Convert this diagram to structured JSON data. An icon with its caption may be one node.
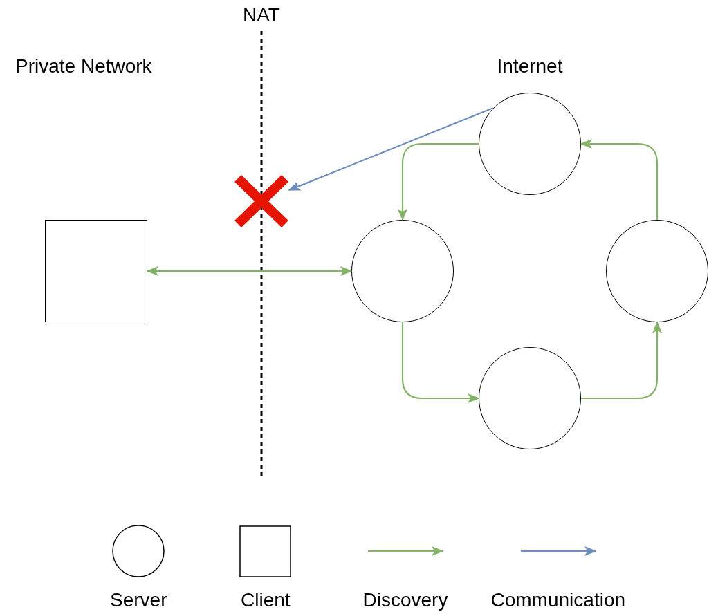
{
  "diagram": {
    "nodes": [
      {
        "text": [],
        "shape": "box"
      },
      {
        "text": [],
        "shape": "circle"
      },
      {
        "text": [],
        "shape": "circle"
      },
      {
        "text": [],
        "shape": "circle"
      },
      {
        "text": [],
        "shape": "circle"
      },
      {
        "text": [],
        "shape": "cross"
      }
    ],
    "edges": [
      {
        "from": 0,
        "to": 1,
        "arrow": "both"
      },
      {
        "from": 2,
        "to": 1,
        "arrow": "to"
      },
      {
        "from": 1,
        "to": 4,
        "arrow": "to"
      },
      {
        "from": 4,
        "to": 3,
        "arrow": "to"
      },
      {
        "from": 3,
        "to": 2,
        "arrow": "to"
      },
      {
        "from": 2,
        "to": 5,
        "arrow": "to",
        "color": "#6c8ebf"
      }
    ],
    "labels": [
      "NAT",
      "Private Network",
      "Internet"
    ],
    "legend": [
      {
        "text": "Server"
      },
      {
        "text": "Client"
      },
      {
        "text": "Discovery"
      },
      {
        "text": "Communication"
      }
    ]
  }
}
